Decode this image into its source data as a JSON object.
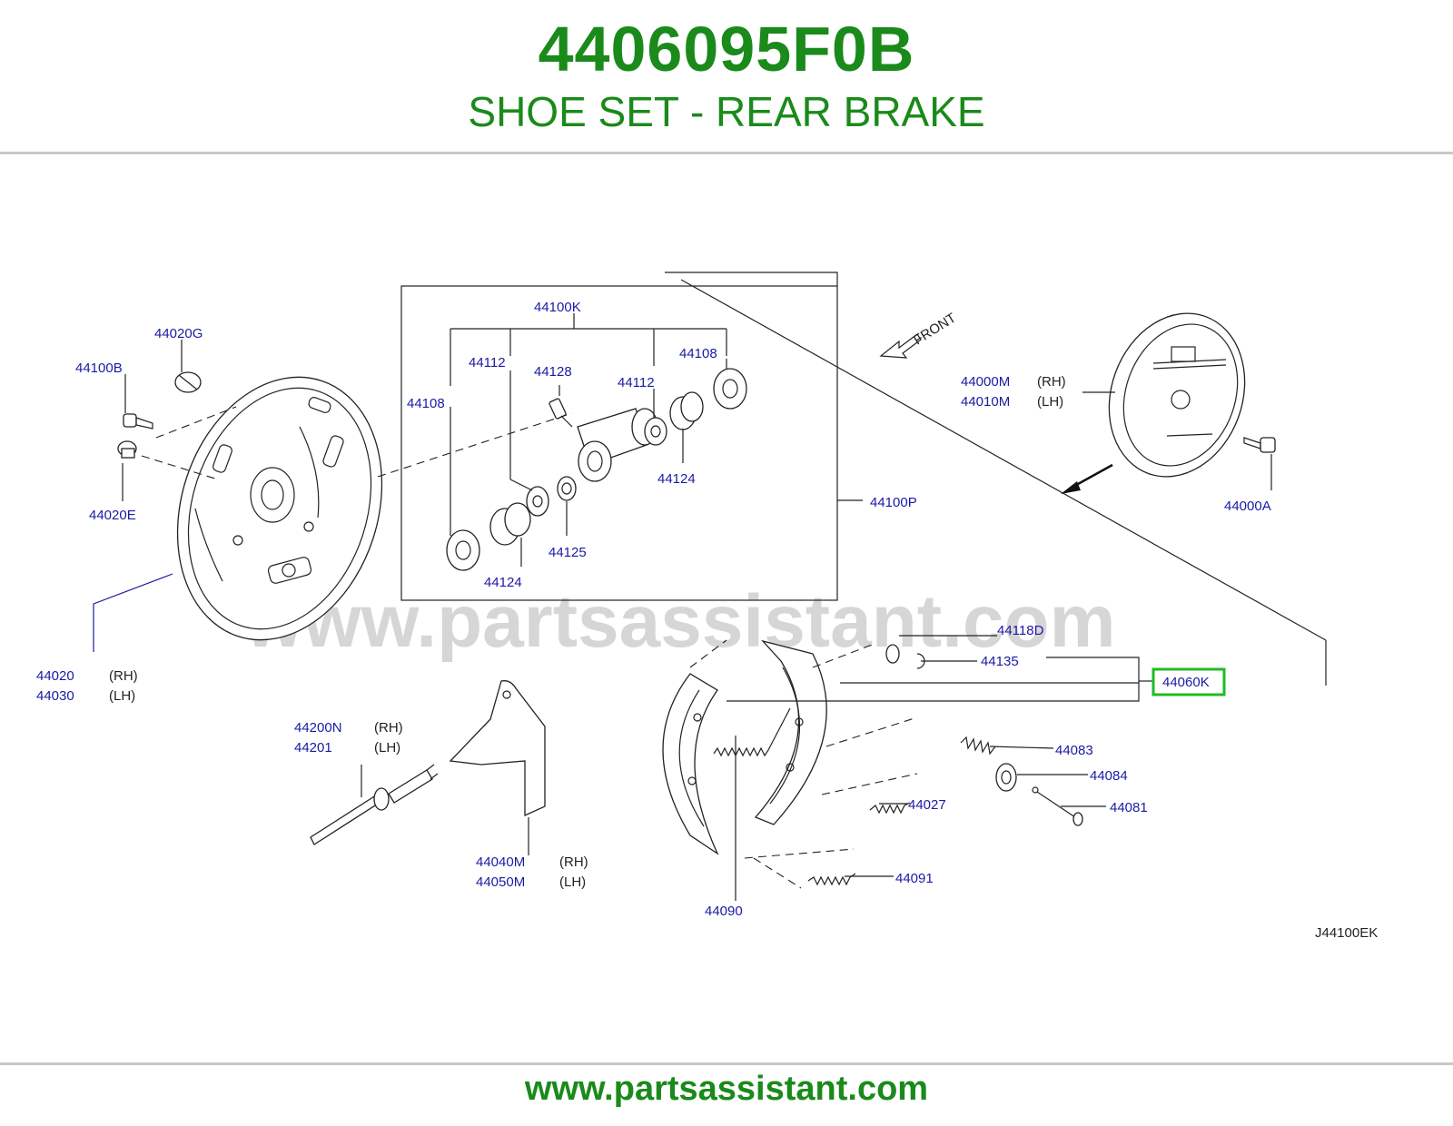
{
  "header": {
    "part_number": "4406095F0B",
    "part_name": "SHOE SET - REAR BRAKE"
  },
  "footer": {
    "url": "www.partsassistant.com"
  },
  "diagram": {
    "watermark": "www.partsassistant.com",
    "diagram_code": "J44100EK",
    "front_label": "FRONT",
    "highlight_color": "#22bb22",
    "labels": {
      "p44100K": "44100K",
      "p44020G": "44020G",
      "p44100B": "44100B",
      "p44020E": "44020E",
      "p44112a": "44112",
      "p44128": "44128",
      "p44108a": "44108",
      "p44112b": "44112",
      "p44108b": "44108",
      "p44124a": "44124",
      "p44100P": "44100P",
      "p44125": "44125",
      "p44124b": "44124",
      "p44000M": "44000M",
      "p44010M": "44010M",
      "p44000A": "44000A",
      "p44020": "44020",
      "p44030": "44030",
      "p44118D": "44118D",
      "p44135": "44135",
      "p44060K": "44060K",
      "p44200N": "44200N",
      "p44201": "44201",
      "p44083": "44083",
      "p44084": "44084",
      "p44027": "44027",
      "p44081": "44081",
      "p44040M": "44040M",
      "p44050M": "44050M",
      "p44091": "44091",
      "p44090": "44090"
    },
    "sides": {
      "rh": "(RH)",
      "lh": "(LH)"
    }
  }
}
